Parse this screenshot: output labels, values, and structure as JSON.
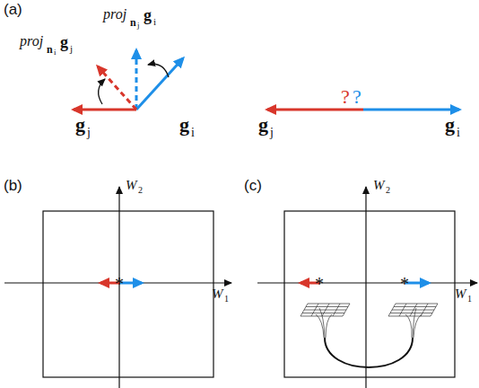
{
  "diagram": {
    "labels": [
      "(a)",
      "proj",
      "n",
      "i",
      "g",
      "j",
      "proj",
      "n",
      "j",
      "g",
      "i",
      "g",
      "j",
      "g",
      "i",
      "?",
      "?",
      "g",
      "j",
      "g",
      "i",
      "(b)",
      "W",
      "2",
      "W",
      "1",
      "*",
      "(c)",
      "W",
      "2",
      "W",
      "1",
      "*",
      "*"
    ]
  }
}
